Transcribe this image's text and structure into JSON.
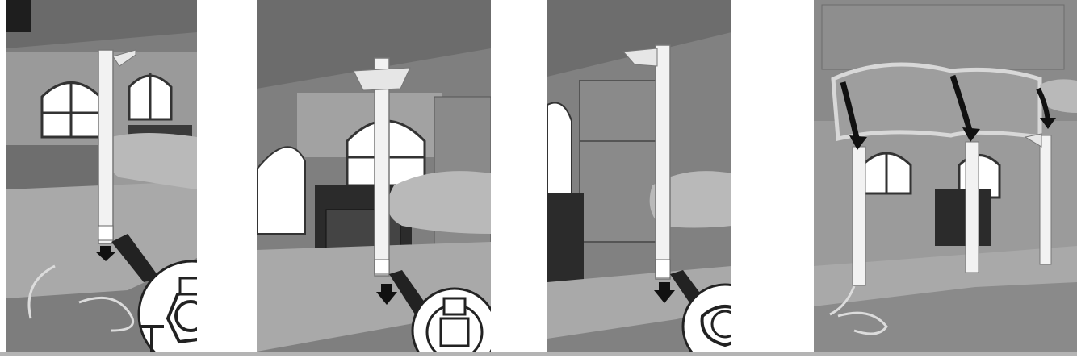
{
  "steps": [
    {
      "id": "step-1",
      "action": "insert-post-left",
      "detail_icon": "socket-detail-icon"
    },
    {
      "id": "step-2",
      "action": "insert-post-center",
      "detail_icon": "socket-detail-icon"
    },
    {
      "id": "step-3",
      "action": "insert-post-right",
      "detail_icon": "socket-detail-icon"
    },
    {
      "id": "step-4",
      "action": "attach-awning",
      "detail_icon": "arrow-down-icon"
    }
  ],
  "colors": {
    "wall": "#8e8e8e",
    "floor": "#a9a9a9",
    "post": "#f2f2f2",
    "window": "#ffffff",
    "oven": "#2b2b2b",
    "arrow": "#111111",
    "rule": "#b4b4b4"
  }
}
